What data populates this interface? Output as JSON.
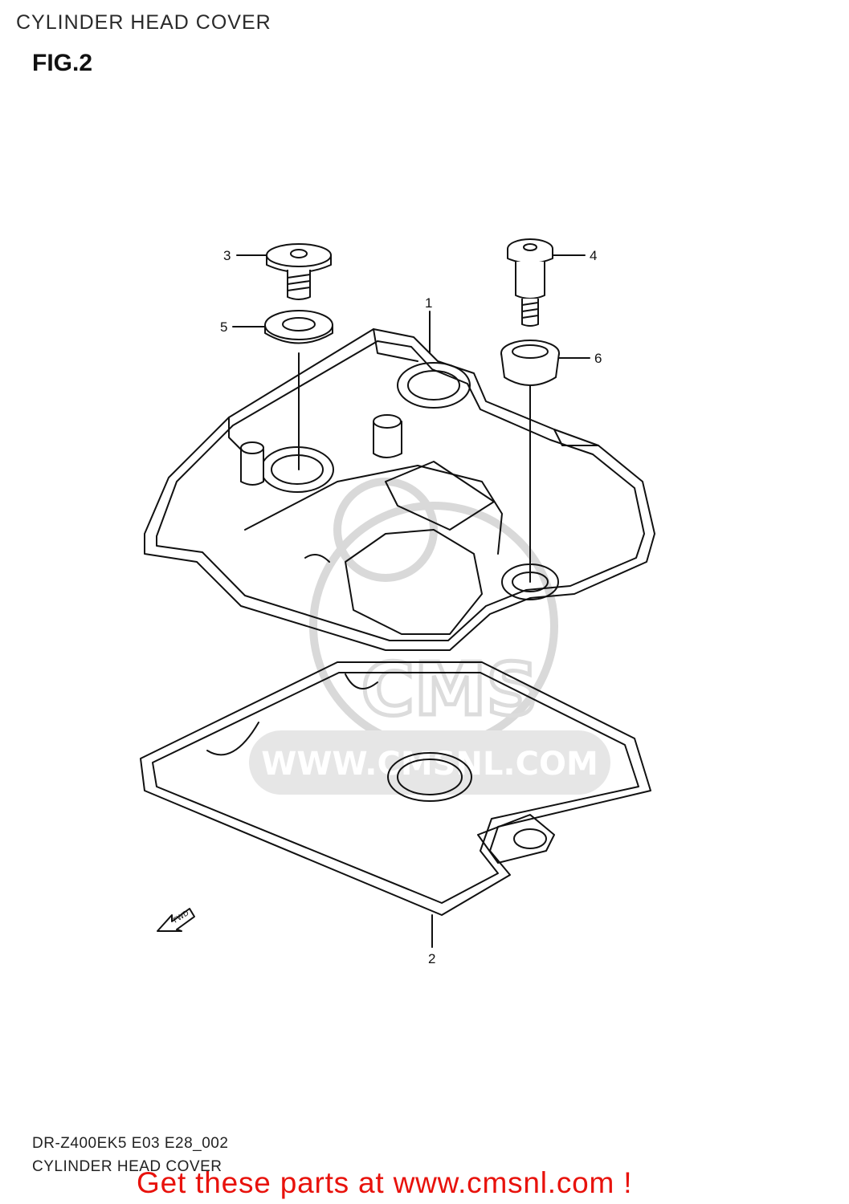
{
  "header": {
    "title": "CYLINDER HEAD COVER",
    "figure": "FIG.2"
  },
  "callouts": [
    {
      "number": "1",
      "part": "cylinder head cover"
    },
    {
      "number": "2",
      "part": "gasket"
    },
    {
      "number": "3",
      "part": "bolt"
    },
    {
      "number": "4",
      "part": "bolt"
    },
    {
      "number": "5",
      "part": "seal washer"
    },
    {
      "number": "6",
      "part": "grommet"
    }
  ],
  "direction_label": "FWD",
  "watermark": {
    "text": "WWW.CMSNL.COM",
    "logo": "CMS"
  },
  "footer": {
    "model_code": "DR-Z400EK5 E03 E28_002",
    "caption": "CYLINDER HEAD COVER",
    "promo": "Get these parts at www.cmsnl.com !"
  },
  "colors": {
    "promo": "#e8120c",
    "line": "#111111",
    "watermark": "#d9d9d9"
  }
}
